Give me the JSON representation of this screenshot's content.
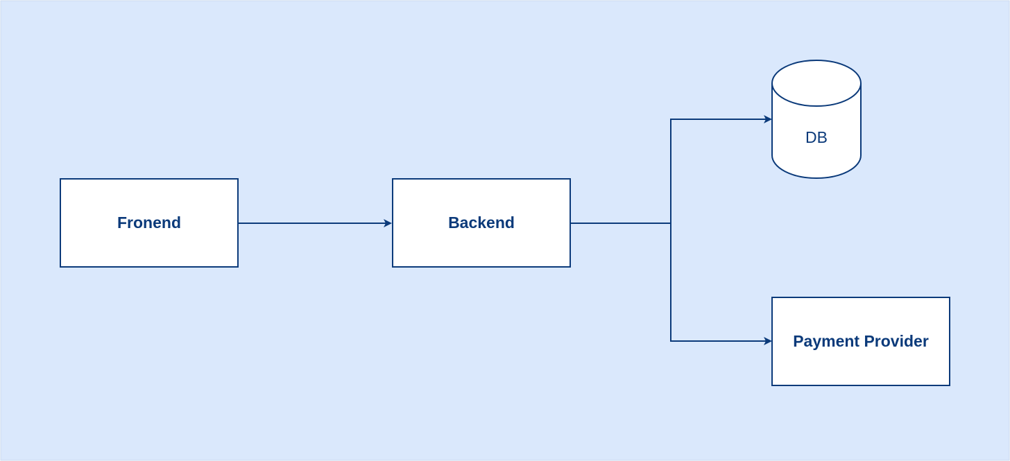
{
  "colors": {
    "background": "#dae8fc",
    "stroke": "#0b3a7a",
    "text": "#0b3a7a",
    "box_fill": "#ffffff"
  },
  "nodes": {
    "frontend": {
      "label": "Fronend",
      "shape": "rectangle"
    },
    "backend": {
      "label": "Backend",
      "shape": "rectangle"
    },
    "db": {
      "label": "DB",
      "shape": "cylinder"
    },
    "payment": {
      "label": "Payment Provider",
      "shape": "rectangle"
    }
  },
  "edges": [
    {
      "from": "Fronend",
      "to": "Backend"
    },
    {
      "from": "Backend",
      "to": "DB"
    },
    {
      "from": "Backend",
      "to": "Payment Provider"
    }
  ]
}
